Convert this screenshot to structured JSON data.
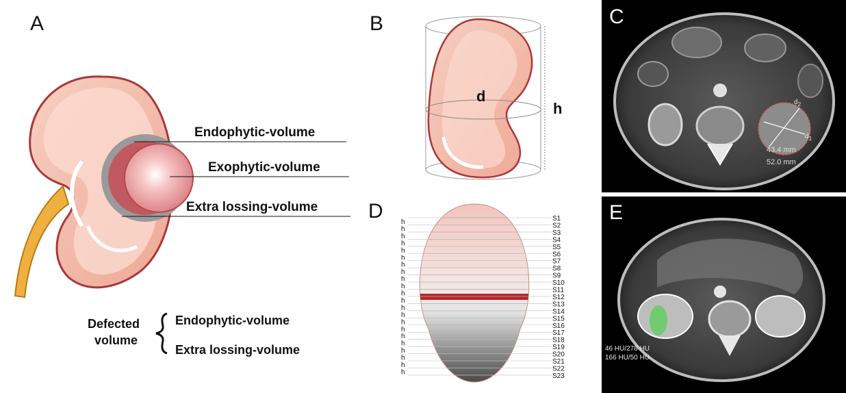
{
  "panels": {
    "a": {
      "letter": "A",
      "labels": {
        "endophytic": "Endophytic-volume",
        "exophytic": "Exophytic-volume",
        "extra_lossing": "Extra lossing-volume"
      },
      "defected": {
        "line1": "Defected",
        "line2": "volume",
        "items": [
          "Endophytic-volume",
          "Extra lossing-volume"
        ]
      }
    },
    "b": {
      "letter": "B",
      "d_label": "d",
      "h_label": "h"
    },
    "c": {
      "letter": "C",
      "d2_label": "d",
      "d2_sub": "2",
      "d1_label": "d",
      "d1_sub": "1",
      "measure1": "43.4 mm",
      "measure2": "52.0 mm"
    },
    "d": {
      "letter": "D",
      "h_label": "h",
      "slices": [
        "S1",
        "S2",
        "S3",
        "S4",
        "S5",
        "S6",
        "S7",
        "S8",
        "S9",
        "S10",
        "S11",
        "S12",
        "S13",
        "S14",
        "S15",
        "S16",
        "S17",
        "S18",
        "S19",
        "S20",
        "S21",
        "S22",
        "S23"
      ]
    },
    "e": {
      "letter": "E",
      "hu_line1": "46 HU/278 HU",
      "hu_line2": "166 HU/50 HU"
    }
  },
  "colors": {
    "kidney_fill": "#f5c2b3",
    "kidney_outline": "#a8373a",
    "tumor": "#e89a9a",
    "ureter": "#f0b040",
    "ellipsoid_band": "#b3272c",
    "ct_background": "#000000",
    "segmentation": "#58d058"
  }
}
